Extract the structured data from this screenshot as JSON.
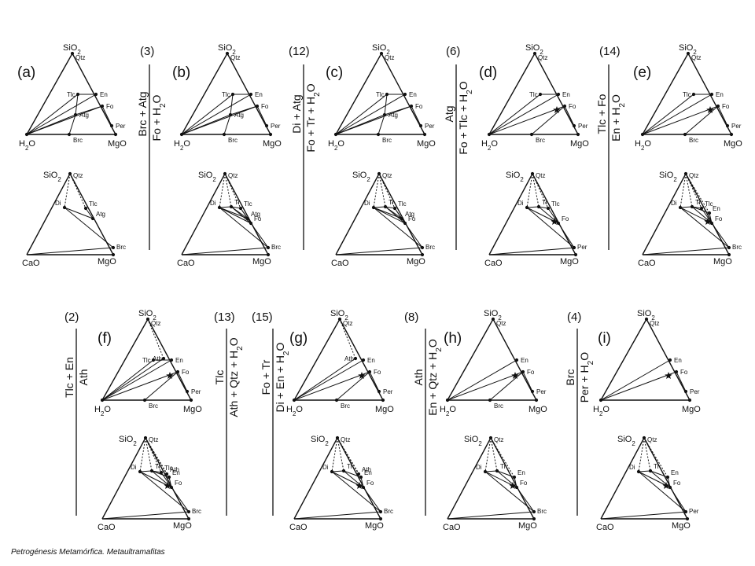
{
  "labels": {
    "SiO2": "SiO2",
    "H2O": "H2O",
    "MgO": "MgO",
    "CaO": "CaO",
    "Qtz": "Qtz",
    "Tlc": "Tlc",
    "En": "En",
    "Fo": "Fo",
    "Per": "Per",
    "Brc": "Brc",
    "Atg": "Atg",
    "Di": "Di",
    "Tr": "Tr",
    "Ath": "Ath"
  },
  "panels": [
    {
      "label": "(a)",
      "upper": [
        "Tlc",
        "En",
        "Fo",
        "Per",
        "Brc",
        "Atg"
      ],
      "star": false,
      "lower": [
        "Di",
        "Tlc",
        "Atg",
        "Brc"
      ]
    },
    {
      "label": "(b)",
      "upper": [
        "Tlc",
        "En",
        "Fo",
        "Per",
        "Brc",
        "Atg"
      ],
      "star": false,
      "lower": [
        "Di",
        "Tr",
        "Tlc",
        "Atg",
        "Fo",
        "Brc"
      ]
    },
    {
      "label": "(c)",
      "upper": [
        "Tlc",
        "En",
        "Fo",
        "Per",
        "Brc",
        "Atg"
      ],
      "star": false,
      "lower": [
        "Di",
        "Tr",
        "Tlc",
        "Atg",
        "Fo",
        "Brc"
      ]
    },
    {
      "label": "(d)",
      "upper": [
        "Tlc",
        "En",
        "Fo",
        "Per",
        "Brc"
      ],
      "star": true,
      "lower": [
        "Di",
        "Tr",
        "Tlc",
        "Fo",
        "Per"
      ]
    },
    {
      "label": "(e)",
      "upper": [
        "Tlc",
        "En",
        "Fo",
        "Per",
        "Brc"
      ],
      "star": true,
      "lower": [
        "Di",
        "Tr",
        "Tlc",
        "En",
        "Fo",
        "Brc"
      ]
    },
    {
      "label": "(f)",
      "upper": [
        "Ath",
        "Tlc",
        "En",
        "Fo",
        "Per",
        "Brc"
      ],
      "star": true,
      "lower": [
        "Di",
        "Tr",
        "Tlc",
        "Ath",
        "En",
        "Fo",
        "Brc"
      ]
    },
    {
      "label": "(g)",
      "upper": [
        "Ath",
        "En",
        "Fo",
        "Per",
        "Brc"
      ],
      "star": true,
      "lower": [
        "Di",
        "Tr",
        "Ath",
        "En",
        "Fo",
        "Brc"
      ]
    },
    {
      "label": "(h)",
      "upper": [
        "En",
        "Fo",
        "Per",
        "Brc"
      ],
      "star": true,
      "lower": [
        "Di",
        "Tr",
        "En",
        "Fo",
        "Brc"
      ]
    },
    {
      "label": "(i)",
      "upper": [
        "En",
        "Fo",
        "Per"
      ],
      "star": true,
      "lower": [
        "Di",
        "Tr",
        "En",
        "Fo",
        "Per"
      ]
    }
  ],
  "reactions": [
    {
      "number": "(3)",
      "top": "Brc + Atg",
      "bottom": "Fo + H2O"
    },
    {
      "number": "(12)",
      "top": "Di + Atg",
      "bottom": "Fo + Tr + H2O"
    },
    {
      "number": "(6)",
      "top": "Atg",
      "bottom": "Fo + Tlc + H2O"
    },
    {
      "number": "(14)",
      "top": "Tlc + Fo",
      "bottom": "En + H2O"
    },
    {
      "number": "(2)",
      "top": "Tlc + En",
      "bottom": "Ath"
    },
    {
      "number": "(13)",
      "top": "Tlc",
      "bottom": "Ath + Qtz + H2O"
    },
    {
      "number": "(15)",
      "top": "Fo + Tr",
      "bottom": "Di + En + H2O"
    },
    {
      "number": "(8)",
      "top": "Ath",
      "bottom": "En + Qtz + H2O"
    },
    {
      "number": "(4)",
      "top": "Brc",
      "bottom": "Per + H2O"
    }
  ],
  "footer": "Petrogénesis Metamórfica. Metaultramafitas"
}
